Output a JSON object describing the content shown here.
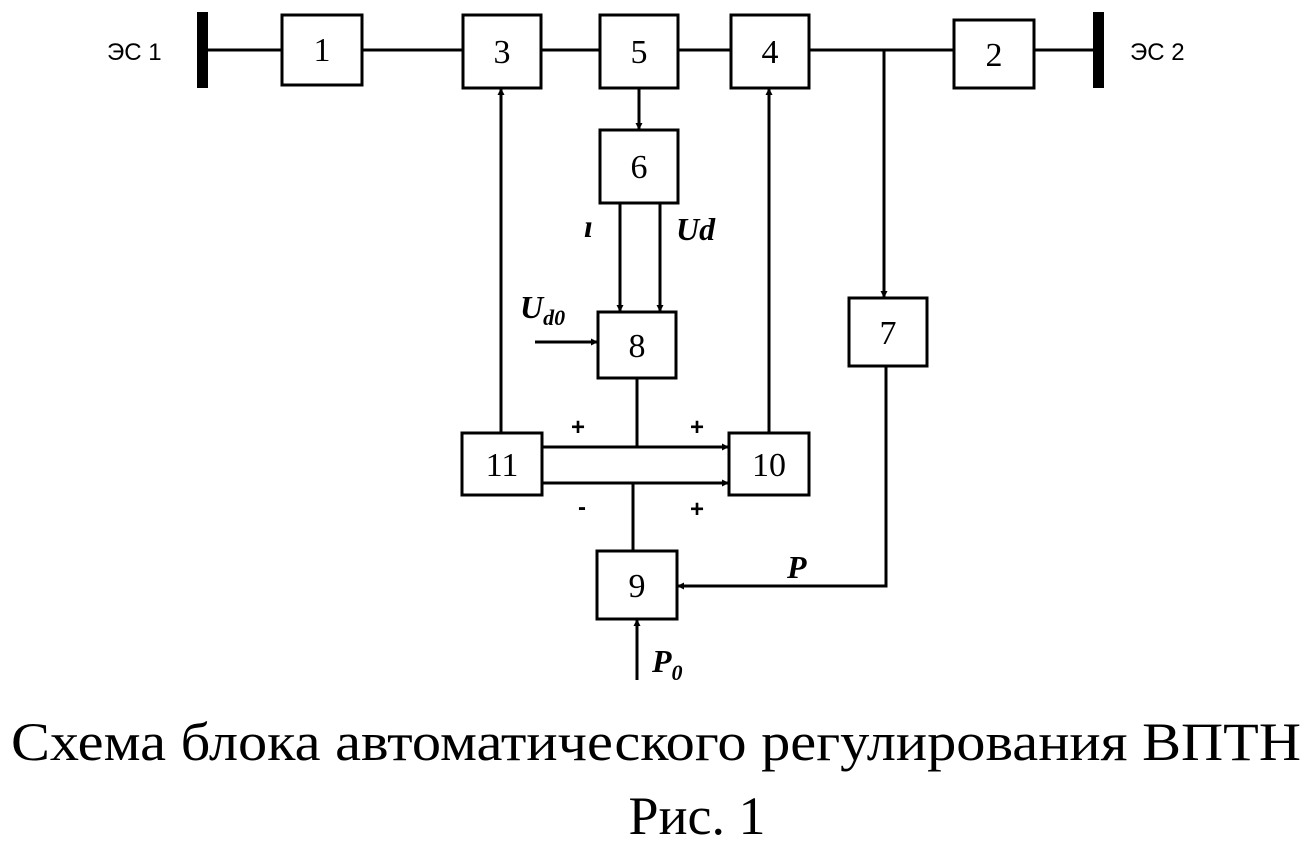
{
  "buses": {
    "left": "ЭС 1",
    "right": "ЭС 2"
  },
  "blocks": {
    "b1": "1",
    "b2": "2",
    "b3": "3",
    "b4": "4",
    "b5": "5",
    "b6": "6",
    "b7": "7",
    "b8": "8",
    "b9": "9",
    "b10": "10",
    "b11": "11"
  },
  "signals": {
    "i": "ı",
    "ud": "Ud",
    "ud0_main": "U",
    "ud0_sub": "d0",
    "p": "P",
    "p0_main": "P",
    "p0_sub": "0"
  },
  "signs": {
    "s11_top": "+",
    "s10_top": "+",
    "s11_bottom": "-",
    "s10_bottom": "+"
  },
  "caption": {
    "title": "Схема блока автоматического регулирования ВПТН",
    "figure": "Рис. 1"
  }
}
